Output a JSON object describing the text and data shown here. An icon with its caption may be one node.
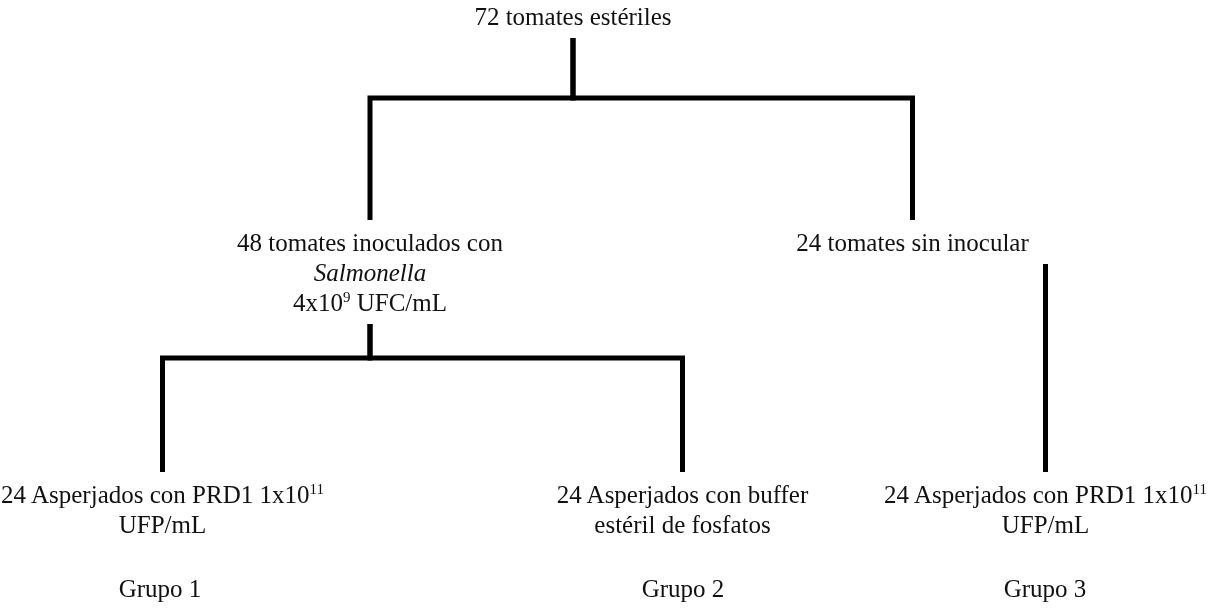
{
  "diagram": {
    "nodes": [
      {
        "text": [
          "72 tomates estériles"
        ]
      },
      {
        "text": [
          "48 tomates inoculados con *Salmonella*",
          "4x10$^{9}$ UFC/mL"
        ]
      },
      {
        "text": [
          "24 tomates sin inocular"
        ]
      },
      {
        "text": [
          "24 Asperjados con PRD1 1x10$^{11}$ UFP/mL"
        ],
        "beside": [
          "Grupo 1"
        ]
      },
      {
        "text": [
          "24 Asperjados con buffer estéril de fosfatos"
        ],
        "beside": [
          "Grupo 2"
        ]
      },
      {
        "text": [
          "24 Asperjados con PRD1 1x10$^{11}$ UFP/mL"
        ],
        "beside": [
          "Grupo 3"
        ]
      }
    ],
    "edges": [
      {
        "from": 0,
        "to": 1,
        "arrow": "none"
      },
      {
        "from": 0,
        "to": 2,
        "arrow": "none"
      },
      {
        "from": 1,
        "to": 3,
        "arrow": "none"
      },
      {
        "from": 1,
        "to": 4,
        "arrow": "none"
      },
      {
        "from": 2,
        "to": 5,
        "arrow": "none"
      }
    ]
  }
}
